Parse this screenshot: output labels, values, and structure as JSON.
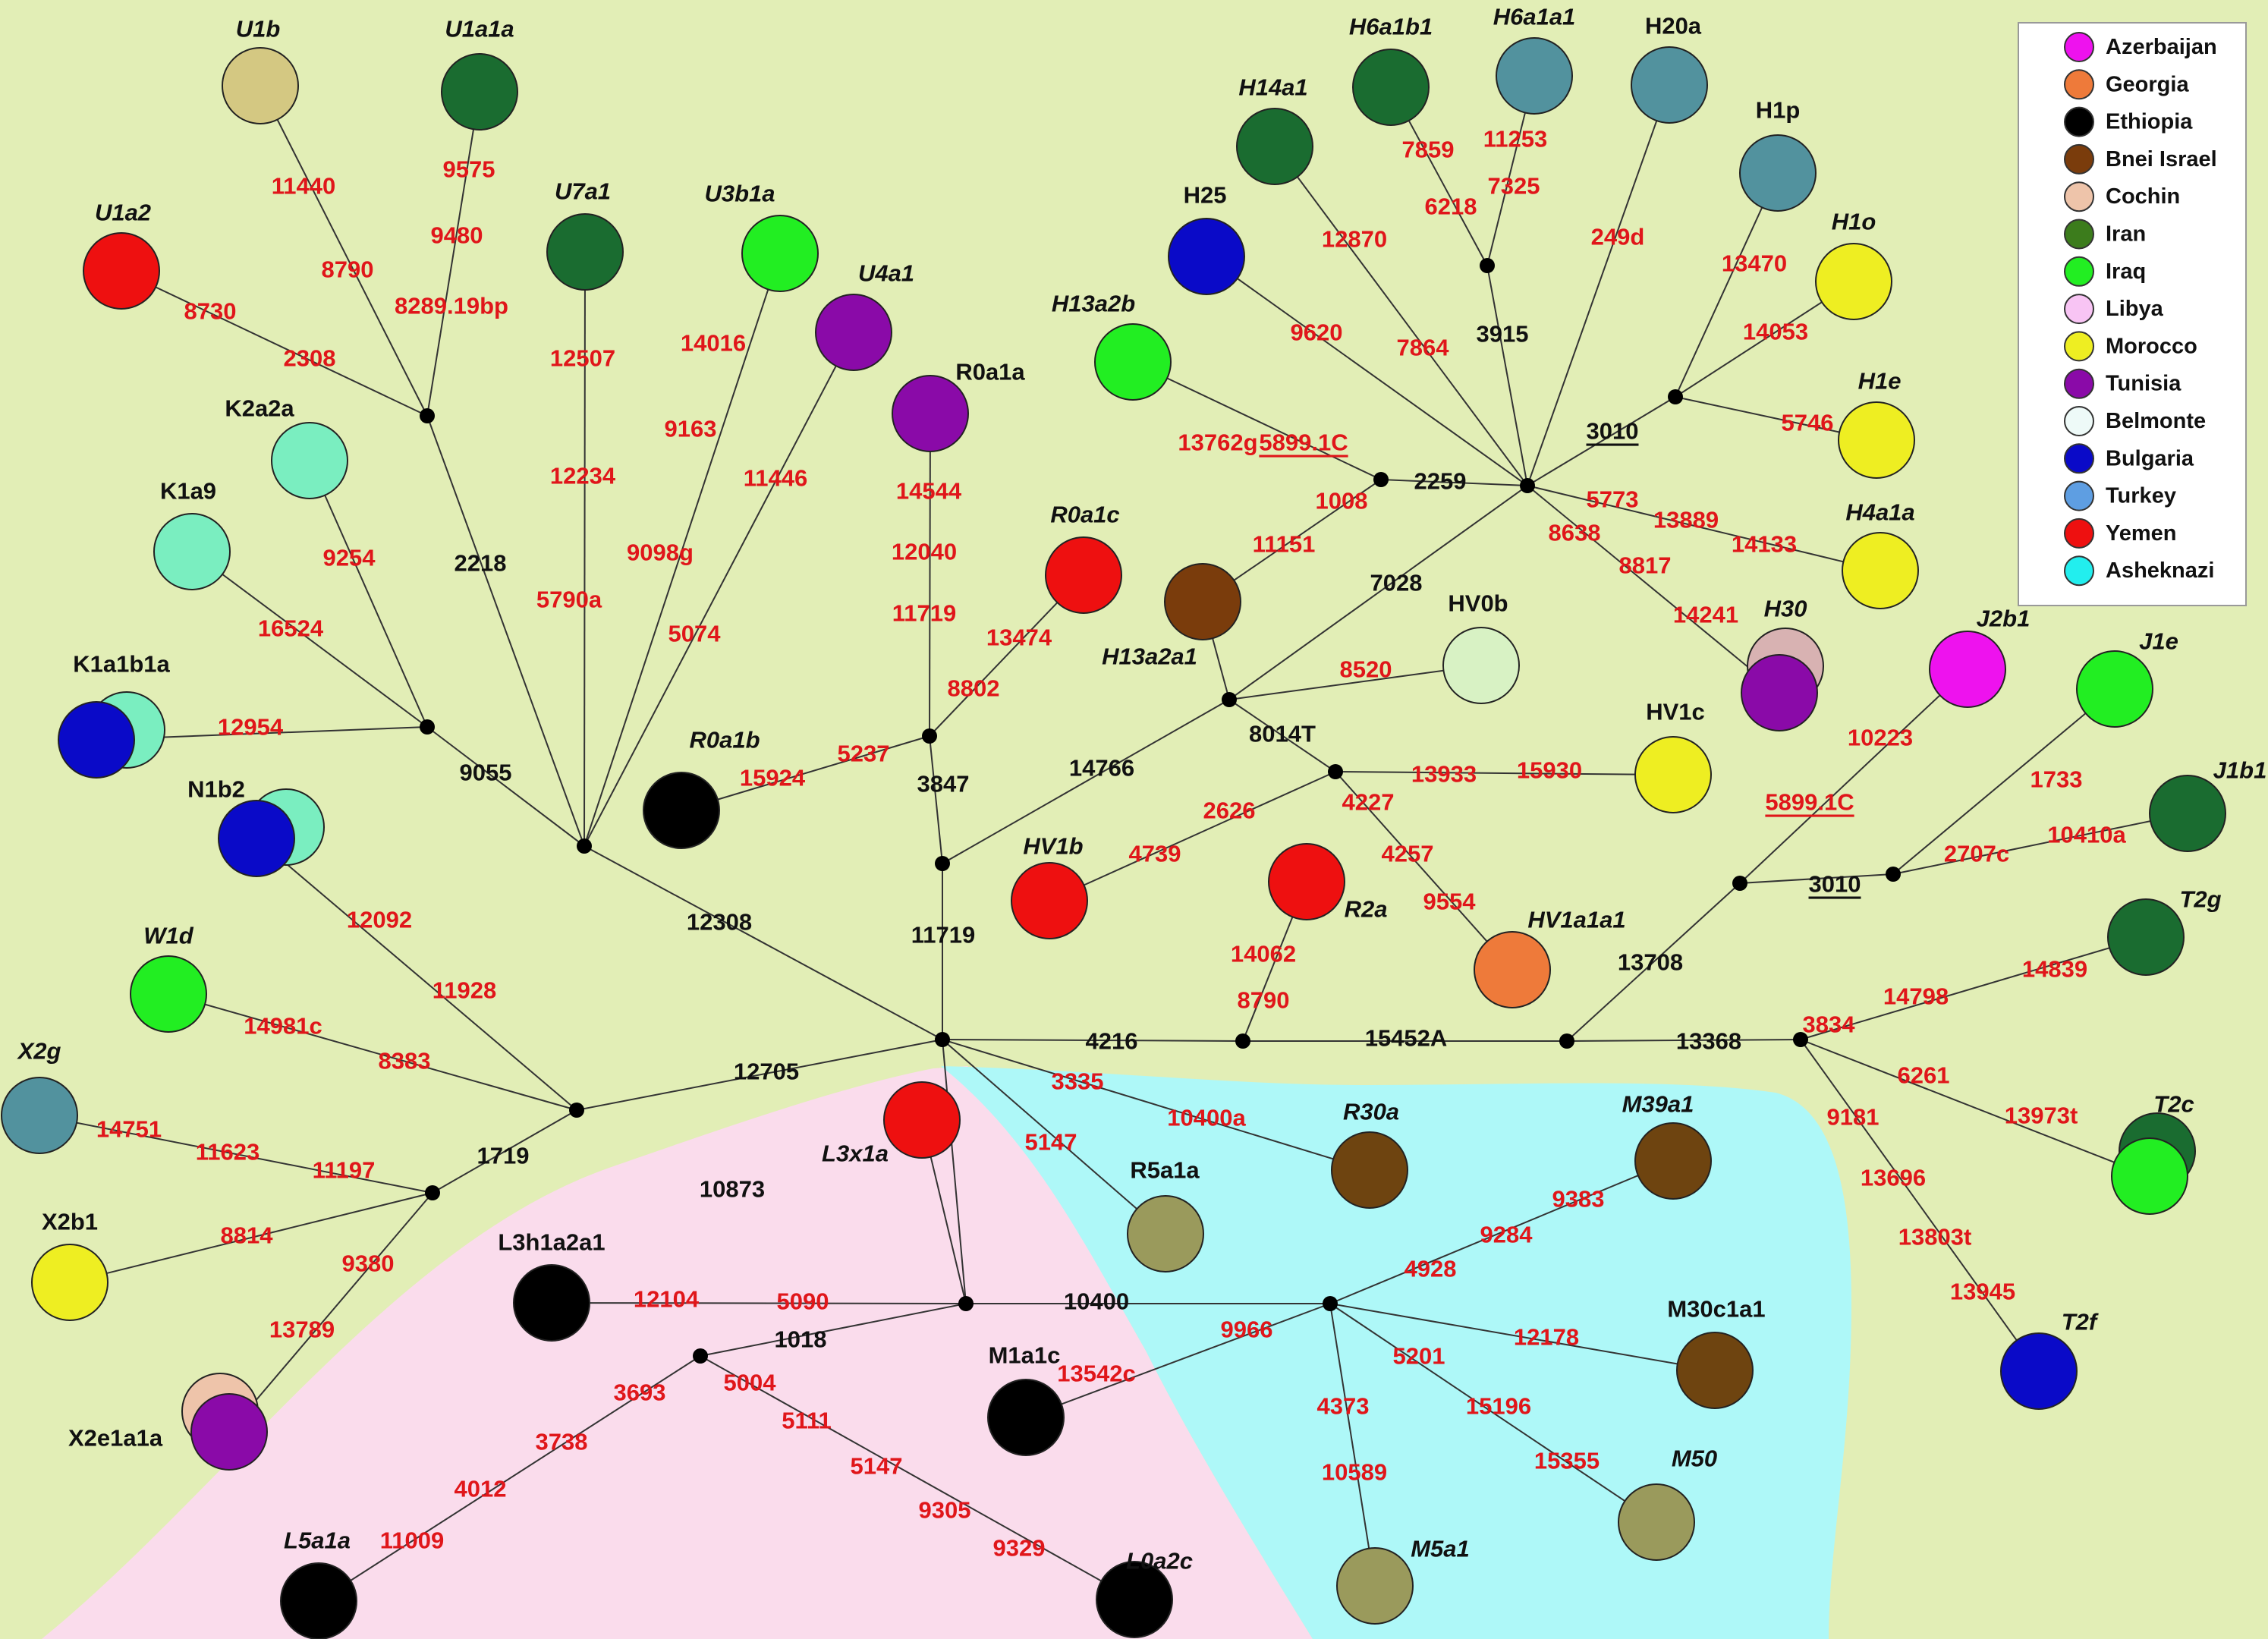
{
  "colors": {
    "background": "#e2eeb6",
    "african_region": "#fadcec",
    "ashkenazi_region": "#aef8f8",
    "mutation_external": "#e0161a",
    "mutation_internal": "#111111"
  },
  "legend": [
    {
      "label": "Azerbaijan",
      "color": "#ee12ee"
    },
    {
      "label": "Georgia",
      "color": "#ee7a3a"
    },
    {
      "label": "Ethiopia",
      "color": "#000000"
    },
    {
      "label": "Bnei Israel",
      "color": "#7a3c0c"
    },
    {
      "label": "Cochin",
      "color": "#eec4aa"
    },
    {
      "label": "Iran",
      "color": "#3c7c1c"
    },
    {
      "label": "Iraq",
      "color": "#22ee22"
    },
    {
      "label": "Libya",
      "color": "#f8c4f4"
    },
    {
      "label": "Morocco",
      "color": "#eeee22"
    },
    {
      "label": "Tunisia",
      "color": "#8a0aa8"
    },
    {
      "label": "Belmonte",
      "color": "#eefaf8"
    },
    {
      "label": "Bulgaria",
      "color": "#0a0ac8"
    },
    {
      "label": "Turkey",
      "color": "#5e9ee2"
    },
    {
      "label": "Yemen",
      "color": "#ee1010"
    },
    {
      "label": "Asheknazi",
      "color": "#22eeee"
    }
  ],
  "haplogroups": [
    {
      "id": "U1b",
      "label": "U1b",
      "italic": true,
      "fill": [
        "#d4c882"
      ]
    },
    {
      "id": "U1a1a",
      "label": "U1a1a",
      "italic": true,
      "fill": [
        "#1a6c30"
      ]
    },
    {
      "id": "U7a1",
      "label": "U7a1",
      "italic": true,
      "fill": [
        "#1a6c30"
      ]
    },
    {
      "id": "U3b1a",
      "label": "U3b1a",
      "italic": true,
      "fill": [
        "#22ee22"
      ]
    },
    {
      "id": "U4a1",
      "label": "U4a1",
      "italic": true,
      "fill": [
        "#8a0aa8"
      ]
    },
    {
      "id": "U1a2",
      "label": "U1a2",
      "italic": true,
      "fill": [
        "#ee1010"
      ]
    },
    {
      "id": "K2a2a",
      "label": "K2a2a",
      "italic": false,
      "fill": [
        "#7aeec0"
      ]
    },
    {
      "id": "K1a9",
      "label": "K1a9",
      "italic": false,
      "fill": [
        "#7aeec0"
      ]
    },
    {
      "id": "K1a1b1a",
      "label": "K1a1b1a",
      "italic": false,
      "fill": [
        "#7aeec0",
        "#0a0ac8"
      ]
    },
    {
      "id": "N1b2",
      "label": "N1b2",
      "italic": false,
      "fill": [
        "#7aeec0",
        "#0a0ac8"
      ]
    },
    {
      "id": "W1d",
      "label": "W1d",
      "italic": true,
      "fill": [
        "#22ee22"
      ]
    },
    {
      "id": "X2g",
      "label": "X2g",
      "italic": true,
      "fill": [
        "#52929e"
      ]
    },
    {
      "id": "X2b1",
      "label": "X2b1",
      "italic": false,
      "fill": [
        "#eeee22"
      ]
    },
    {
      "id": "X2e1a1a",
      "label": "X2e1a1a",
      "italic": false,
      "fill": [
        "#eec4aa",
        "#8a0aa8"
      ]
    },
    {
      "id": "R0a1a",
      "label": "R0a1a",
      "italic": false,
      "fill": [
        "#8a0aa8"
      ]
    },
    {
      "id": "R0a1c",
      "label": "R0a1c",
      "italic": true,
      "fill": [
        "#ee1010"
      ]
    },
    {
      "id": "R0a1b",
      "label": "R0a1b",
      "italic": true,
      "fill": [
        "#000000"
      ]
    },
    {
      "id": "H13a2a1",
      "label": "H13a2a1",
      "italic": true,
      "fill": [
        "#7a3c0c"
      ]
    },
    {
      "id": "H13a2b",
      "label": "H13a2b",
      "italic": true,
      "fill": [
        "#22ee22"
      ]
    },
    {
      "id": "H25",
      "label": "H25",
      "italic": false,
      "fill": [
        "#0a0ac8"
      ]
    },
    {
      "id": "H14a1",
      "label": "H14a1",
      "italic": true,
      "fill": [
        "#1a6c30"
      ]
    },
    {
      "id": "H6a1b1",
      "label": "H6a1b1",
      "italic": true,
      "fill": [
        "#1a6c30"
      ]
    },
    {
      "id": "H6a1a1",
      "label": "H6a1a1",
      "italic": true,
      "fill": [
        "#52929e"
      ]
    },
    {
      "id": "H20a",
      "label": "H20a",
      "italic": false,
      "fill": [
        "#52929e"
      ]
    },
    {
      "id": "H1p",
      "label": "H1p",
      "italic": false,
      "fill": [
        "#52929e"
      ]
    },
    {
      "id": "H1o",
      "label": "H1o",
      "italic": true,
      "fill": [
        "#eeee22"
      ]
    },
    {
      "id": "H1e",
      "label": "H1e",
      "italic": true,
      "fill": [
        "#eeee22"
      ]
    },
    {
      "id": "H4a1a",
      "label": "H4a1a",
      "italic": true,
      "fill": [
        "#eeee22"
      ]
    },
    {
      "id": "H30",
      "label": "H30",
      "italic": true,
      "fill": [
        "#d8b2b2",
        "#8a0aa8"
      ]
    },
    {
      "id": "HV0b",
      "label": "HV0b",
      "italic": false,
      "fill": [
        "#d8f2c4"
      ]
    },
    {
      "id": "HV1c",
      "label": "HV1c",
      "italic": false,
      "fill": [
        "#eeee22"
      ]
    },
    {
      "id": "HV1b",
      "label": "HV1b",
      "italic": true,
      "fill": [
        "#ee1010"
      ]
    },
    {
      "id": "R2a",
      "label": "R2a",
      "italic": true,
      "fill": [
        "#ee1010"
      ]
    },
    {
      "id": "HV1a1a1",
      "label": "HV1a1a1",
      "italic": true,
      "fill": [
        "#ee7a3a"
      ]
    },
    {
      "id": "J2b1",
      "label": "J2b1",
      "italic": true,
      "fill": [
        "#ee12ee"
      ]
    },
    {
      "id": "J1e",
      "label": "J1e",
      "italic": true,
      "fill": [
        "#22ee22"
      ]
    },
    {
      "id": "J1b1",
      "label": "J1b1",
      "italic": true,
      "fill": [
        "#1a6c30"
      ]
    },
    {
      "id": "T2g",
      "label": "T2g",
      "italic": true,
      "fill": [
        "#1a6c30"
      ]
    },
    {
      "id": "T2c",
      "label": "T2c",
      "italic": true,
      "fill": [
        "#1a6c30",
        "#22ee22"
      ]
    },
    {
      "id": "T2f",
      "label": "T2f",
      "italic": true,
      "fill": [
        "#0a0ac8"
      ]
    },
    {
      "id": "L3x1a",
      "label": "L3x1a",
      "italic": true,
      "fill": [
        "#ee1010"
      ]
    },
    {
      "id": "R5a1a",
      "label": "R5a1a",
      "italic": false,
      "fill": [
        "#9a9a5c"
      ]
    },
    {
      "id": "R30a",
      "label": "R30a",
      "italic": true,
      "fill": [
        "#6e4410"
      ]
    },
    {
      "id": "M39a1",
      "label": "M39a1",
      "italic": true,
      "fill": [
        "#6e4410"
      ]
    },
    {
      "id": "M30c1a1",
      "label": "M30c1a1",
      "italic": false,
      "fill": [
        "#6e4410"
      ]
    },
    {
      "id": "M50",
      "label": "M50",
      "italic": true,
      "fill": [
        "#9a9a5c"
      ]
    },
    {
      "id": "M5a1",
      "label": "M5a1",
      "italic": true,
      "fill": [
        "#9a9a5c"
      ]
    },
    {
      "id": "M1a1c",
      "label": "M1a1c",
      "italic": false,
      "fill": [
        "#000000"
      ]
    },
    {
      "id": "L3h1a2a1",
      "label": "L3h1a2a1",
      "italic": false,
      "fill": [
        "#000000"
      ]
    },
    {
      "id": "L5a1a",
      "label": "L5a1a",
      "italic": true,
      "fill": [
        "#000000"
      ]
    },
    {
      "id": "L0a2c",
      "label": "L0a2c",
      "italic": true,
      "fill": [
        "#000000"
      ]
    }
  ],
  "mutations": [
    {
      "id": "m11440",
      "text": "11440",
      "type": "external"
    },
    {
      "id": "m8790a",
      "text": "8790",
      "type": "external"
    },
    {
      "id": "m9575",
      "text": "9575",
      "type": "external"
    },
    {
      "id": "m9480",
      "text": "9480",
      "type": "external"
    },
    {
      "id": "m8289",
      "text": "8289.19bp",
      "type": "external"
    },
    {
      "id": "m8730",
      "text": "8730",
      "type": "external"
    },
    {
      "id": "m2308",
      "text": "2308",
      "type": "external"
    },
    {
      "id": "m12507",
      "text": "12507",
      "type": "external"
    },
    {
      "id": "m12234",
      "text": "12234",
      "type": "external"
    },
    {
      "id": "m5790a",
      "text": "5790a",
      "type": "external"
    },
    {
      "id": "m14016",
      "text": "14016",
      "type": "external"
    },
    {
      "id": "m9163",
      "text": "9163",
      "type": "external"
    },
    {
      "id": "m9098g",
      "text": "9098g",
      "type": "external"
    },
    {
      "id": "m11446",
      "text": "11446",
      "type": "external"
    },
    {
      "id": "m5074",
      "text": "5074",
      "type": "external"
    },
    {
      "id": "m2218",
      "text": "2218",
      "type": "internal"
    },
    {
      "id": "m9254",
      "text": "9254",
      "type": "external"
    },
    {
      "id": "m16524",
      "text": "16524",
      "type": "external"
    },
    {
      "id": "m12954",
      "text": "12954",
      "type": "external"
    },
    {
      "id": "m9055",
      "text": "9055",
      "type": "internal"
    },
    {
      "id": "m12092",
      "text": "12092",
      "type": "external"
    },
    {
      "id": "m11928",
      "text": "11928",
      "type": "external"
    },
    {
      "id": "m14981c",
      "text": "14981c",
      "type": "external"
    },
    {
      "id": "m8383",
      "text": "8383",
      "type": "external"
    },
    {
      "id": "m14751",
      "text": "14751",
      "type": "external"
    },
    {
      "id": "m11623",
      "text": "11623",
      "type": "external"
    },
    {
      "id": "m11197",
      "text": "11197",
      "type": "external"
    },
    {
      "id": "m1719",
      "text": "1719",
      "type": "internal"
    },
    {
      "id": "m8814",
      "text": "8814",
      "type": "external"
    },
    {
      "id": "m9380",
      "text": "9380",
      "type": "external"
    },
    {
      "id": "m13789",
      "text": "13789",
      "type": "external"
    },
    {
      "id": "m12705",
      "text": "12705",
      "type": "internal"
    },
    {
      "id": "m12308",
      "text": "12308",
      "type": "internal"
    },
    {
      "id": "m10873",
      "text": "10873",
      "type": "internal"
    },
    {
      "id": "m14544",
      "text": "14544",
      "type": "external"
    },
    {
      "id": "m12040",
      "text": "12040",
      "type": "external"
    },
    {
      "id": "m11719a",
      "text": "11719",
      "type": "external"
    },
    {
      "id": "m13474",
      "text": "13474",
      "type": "external"
    },
    {
      "id": "m8802",
      "text": "8802",
      "type": "external"
    },
    {
      "id": "m15924",
      "text": "15924",
      "type": "external"
    },
    {
      "id": "m5237",
      "text": "5237",
      "type": "external"
    },
    {
      "id": "m3847",
      "text": "3847",
      "type": "internal"
    },
    {
      "id": "m11719b",
      "text": "11719",
      "type": "internal"
    },
    {
      "id": "m14766",
      "text": "14766",
      "type": "internal"
    },
    {
      "id": "m1008",
      "text": "1008",
      "type": "external"
    },
    {
      "id": "m11151",
      "text": "11151",
      "type": "external"
    },
    {
      "id": "m13762g",
      "text": "13762g",
      "type": "external"
    },
    {
      "id": "m5899a",
      "text": "5899.1C",
      "type": "external",
      "underline": true
    },
    {
      "id": "m2259",
      "text": "2259",
      "type": "internal"
    },
    {
      "id": "m9620",
      "text": "9620",
      "type": "external"
    },
    {
      "id": "m12870",
      "text": "12870",
      "type": "external"
    },
    {
      "id": "m7864",
      "text": "7864",
      "type": "external"
    },
    {
      "id": "m7859",
      "text": "7859",
      "type": "external"
    },
    {
      "id": "m6218",
      "text": "6218",
      "type": "external"
    },
    {
      "id": "m11253",
      "text": "11253",
      "type": "external"
    },
    {
      "id": "m7325",
      "text": "7325",
      "type": "external"
    },
    {
      "id": "m3915",
      "text": "3915",
      "type": "internal"
    },
    {
      "id": "m249d",
      "text": "249d",
      "type": "external"
    },
    {
      "id": "m13470",
      "text": "13470",
      "type": "external"
    },
    {
      "id": "m14053",
      "text": "14053",
      "type": "external"
    },
    {
      "id": "m3010a",
      "text": "3010",
      "type": "internal",
      "underline": true
    },
    {
      "id": "m5746",
      "text": "5746",
      "type": "external"
    },
    {
      "id": "m5773",
      "text": "5773",
      "type": "external"
    },
    {
      "id": "m13889",
      "text": "13889",
      "type": "external"
    },
    {
      "id": "m14133",
      "text": "14133",
      "type": "external"
    },
    {
      "id": "m8638",
      "text": "8638",
      "type": "external"
    },
    {
      "id": "m8817",
      "text": "8817",
      "type": "external"
    },
    {
      "id": "m14241",
      "text": "14241",
      "type": "external"
    },
    {
      "id": "m7028",
      "text": "7028",
      "type": "internal"
    },
    {
      "id": "m8520",
      "text": "8520",
      "type": "external"
    },
    {
      "id": "m8014T",
      "text": "8014T",
      "type": "internal"
    },
    {
      "id": "m13933",
      "text": "13933",
      "type": "external"
    },
    {
      "id": "m15930",
      "text": "15930",
      "type": "external"
    },
    {
      "id": "m2626",
      "text": "2626",
      "type": "external"
    },
    {
      "id": "m4739",
      "text": "4739",
      "type": "external"
    },
    {
      "id": "m4227",
      "text": "4227",
      "type": "external"
    },
    {
      "id": "m4257",
      "text": "4257",
      "type": "external"
    },
    {
      "id": "m9554",
      "text": "9554",
      "type": "external"
    },
    {
      "id": "m14062",
      "text": "14062",
      "type": "external"
    },
    {
      "id": "m8790b",
      "text": "8790",
      "type": "external"
    },
    {
      "id": "m4216",
      "text": "4216",
      "type": "internal"
    },
    {
      "id": "m15452A",
      "text": "15452A",
      "type": "internal"
    },
    {
      "id": "m13708",
      "text": "13708",
      "type": "internal"
    },
    {
      "id": "m13368",
      "text": "13368",
      "type": "internal"
    },
    {
      "id": "m10223",
      "text": "10223",
      "type": "external"
    },
    {
      "id": "m5899b",
      "text": "5899.1C",
      "type": "external",
      "underline": true
    },
    {
      "id": "m3010b",
      "text": "3010",
      "type": "internal",
      "underline": true
    },
    {
      "id": "m1733",
      "text": "1733",
      "type": "external"
    },
    {
      "id": "m2707c",
      "text": "2707c",
      "type": "external"
    },
    {
      "id": "m10410a",
      "text": "10410a",
      "type": "external"
    },
    {
      "id": "m3834",
      "text": "3834",
      "type": "external"
    },
    {
      "id": "m14798",
      "text": "14798",
      "type": "external"
    },
    {
      "id": "m14839",
      "text": "14839",
      "type": "external"
    },
    {
      "id": "m6261",
      "text": "6261",
      "type": "external"
    },
    {
      "id": "m13973t",
      "text": "13973t",
      "type": "external"
    },
    {
      "id": "m9181",
      "text": "9181",
      "type": "external"
    },
    {
      "id": "m13696",
      "text": "13696",
      "type": "external"
    },
    {
      "id": "m13803t",
      "text": "13803t",
      "type": "external"
    },
    {
      "id": "m13945",
      "text": "13945",
      "type": "external"
    },
    {
      "id": "m3335",
      "text": "3335",
      "type": "external"
    },
    {
      "id": "m10400a",
      "text": "10400a",
      "type": "external"
    },
    {
      "id": "m5147a",
      "text": "5147",
      "type": "external"
    },
    {
      "id": "m10400",
      "text": "10400",
      "type": "internal"
    },
    {
      "id": "m9383",
      "text": "9383",
      "type": "external"
    },
    {
      "id": "m9284",
      "text": "9284",
      "type": "external"
    },
    {
      "id": "m4928",
      "text": "4928",
      "type": "external"
    },
    {
      "id": "m12178",
      "text": "12178",
      "type": "external"
    },
    {
      "id": "m5201",
      "text": "5201",
      "type": "external"
    },
    {
      "id": "m15196",
      "text": "15196",
      "type": "external"
    },
    {
      "id": "m15355",
      "text": "15355",
      "type": "external"
    },
    {
      "id": "m4373",
      "text": "4373",
      "type": "external"
    },
    {
      "id": "m10589",
      "text": "10589",
      "type": "external"
    },
    {
      "id": "m9966",
      "text": "9966",
      "type": "external"
    },
    {
      "id": "m13542c",
      "text": "13542c",
      "type": "external"
    },
    {
      "id": "m12104",
      "text": "12104",
      "type": "external"
    },
    {
      "id": "m5090",
      "text": "5090",
      "type": "external"
    },
    {
      "id": "m1018",
      "text": "1018",
      "type": "internal"
    },
    {
      "id": "m3693",
      "text": "3693",
      "type": "external"
    },
    {
      "id": "m3738",
      "text": "3738",
      "type": "external"
    },
    {
      "id": "m4012",
      "text": "4012",
      "type": "external"
    },
    {
      "id": "m11009",
      "text": "11009",
      "type": "external"
    },
    {
      "id": "m5004",
      "text": "5004",
      "type": "external"
    },
    {
      "id": "m5111",
      "text": "5111",
      "type": "external"
    },
    {
      "id": "m5147b",
      "text": "5147",
      "type": "external"
    },
    {
      "id": "m9305",
      "text": "9305",
      "type": "external"
    },
    {
      "id": "m9329",
      "text": "9329",
      "type": "external"
    }
  ]
}
